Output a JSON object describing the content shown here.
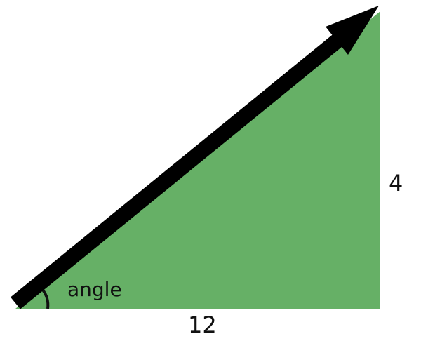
{
  "diagram": {
    "angle_label": "angle",
    "base_label": "12",
    "height_label": "4",
    "colors": {
      "triangle_fill": "#66b066",
      "arrow": "#000000",
      "background": "#ffffff"
    }
  }
}
